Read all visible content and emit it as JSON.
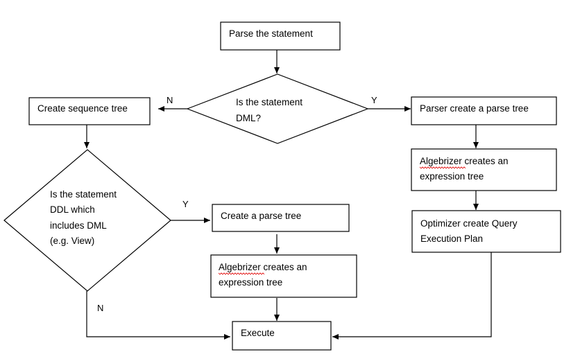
{
  "nodes": {
    "parse": [
      "Parse the statement"
    ],
    "is_dml": [
      "Is the statement",
      "DML?"
    ],
    "create_seq": [
      "Create sequence tree"
    ],
    "parser_parse": [
      "Parser create a parse tree"
    ],
    "algebrizer_right": [
      "Algebrizer creates an",
      "expression tree"
    ],
    "optimizer": [
      "Optimizer create Query",
      "Execution Plan"
    ],
    "is_ddl": [
      "Is the statement",
      "DDL which",
      "includes DML",
      "(e.g. View)"
    ],
    "create_parse": [
      "Create a parse tree"
    ],
    "algebrizer_mid": [
      "Algebrizer creates an",
      "expression tree"
    ],
    "execute": [
      "Execute"
    ]
  },
  "edge_labels": {
    "dml_no": "N",
    "dml_yes": "Y",
    "ddl_yes": "Y",
    "ddl_no": "N"
  }
}
